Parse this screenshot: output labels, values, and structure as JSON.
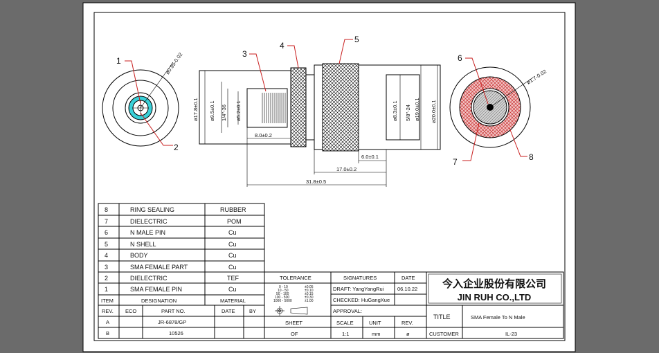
{
  "callouts": [
    "1",
    "2",
    "3",
    "4",
    "5",
    "6",
    "7",
    "8"
  ],
  "dimensions": {
    "left_face_dia": "ø0.95-0.02",
    "right_face_dia": "ø1.7-0.02",
    "d_17_8": "ø17.8±0.1",
    "d_9_5": "ø9.5±0.1",
    "thread_sma": "1/4\"-36",
    "d_5_2": "ø5.2±0.1",
    "len_8_0": "8.0±0.2",
    "d_8_3": "ø8.3±0.1",
    "thread_n": "5/8\"-24",
    "d_19_0": "ø19.0±0.1",
    "d_20_0": "ø20.0±0.1",
    "len_6_0": "6.0±0.1",
    "len_17_0": "17.0±0.2",
    "len_31_8": "31.8±0.5"
  },
  "bom": {
    "rows": [
      {
        "item": "8",
        "designation": "RING SEALING",
        "material": "RUBBER"
      },
      {
        "item": "7",
        "designation": "DIELECTRIC",
        "material": "POM"
      },
      {
        "item": "6",
        "designation": "N MALE PIN",
        "material": "Cu"
      },
      {
        "item": "5",
        "designation": "N SHELL",
        "material": "Cu"
      },
      {
        "item": "4",
        "designation": "BODY",
        "material": "Cu"
      },
      {
        "item": "3",
        "designation": "SMA FEMALE PART",
        "material": "Cu"
      },
      {
        "item": "2",
        "designation": "DIELECTRIC",
        "material": "TEF"
      },
      {
        "item": "1",
        "designation": "SMA FEMALE PIN",
        "material": "Cu"
      }
    ],
    "header": {
      "item": "ITEM",
      "designation": "DESIGNATION",
      "material": "MATERIAL"
    }
  },
  "title_block": {
    "tolerance_label": "TOLERANCE",
    "tolerance_rows": [
      {
        "range": "0 - 10",
        "tol": "±0.05"
      },
      {
        "range": "10 - 50",
        "tol": "±0.10"
      },
      {
        "range": "50 - 100",
        "tol": "±0.15"
      },
      {
        "range": "100 - 500",
        "tol": "±0.30"
      },
      {
        "range": "1000 - 5000",
        "tol": "±1.00"
      }
    ],
    "signatures_label": "SIGNATURES",
    "date_label": "DATE",
    "draft": "DRAFT: YangYangRui",
    "date_value": "06.10.22",
    "checked": "CHECKED: HuGangXue",
    "approval": "APPROVAL:",
    "company_cn": "今入企业股份有限公司",
    "company_en": "JIN RUH CO.,LTD",
    "rev_header": "REV.",
    "eco_header": "ECO",
    "part_no_header": "PART NO.",
    "date_header": "DATE",
    "by_header": "BY",
    "rev_a": "A",
    "part_a": "JR-6878/GP",
    "rev_b": "B",
    "part_b": "10526",
    "sheet_label": "SHEET",
    "scale_label": "SCALE",
    "unit_label": "UNIT",
    "rev_label": "REV.",
    "sheet_value": "OF",
    "scale_value": "1:1",
    "unit_value": "mm",
    "rev_value": "ø",
    "title_label": "TITLE",
    "title_value": "SMA Female To N Male",
    "customer_label": "CUSTOMER",
    "customer_value": "IL-23"
  },
  "colors": {
    "background": "#6b6b6b",
    "sheet": "#ffffff",
    "callout_red": "#c81e1e",
    "dielectric_cyan": "#3ad0d8",
    "hatch_red": "#d04040"
  }
}
